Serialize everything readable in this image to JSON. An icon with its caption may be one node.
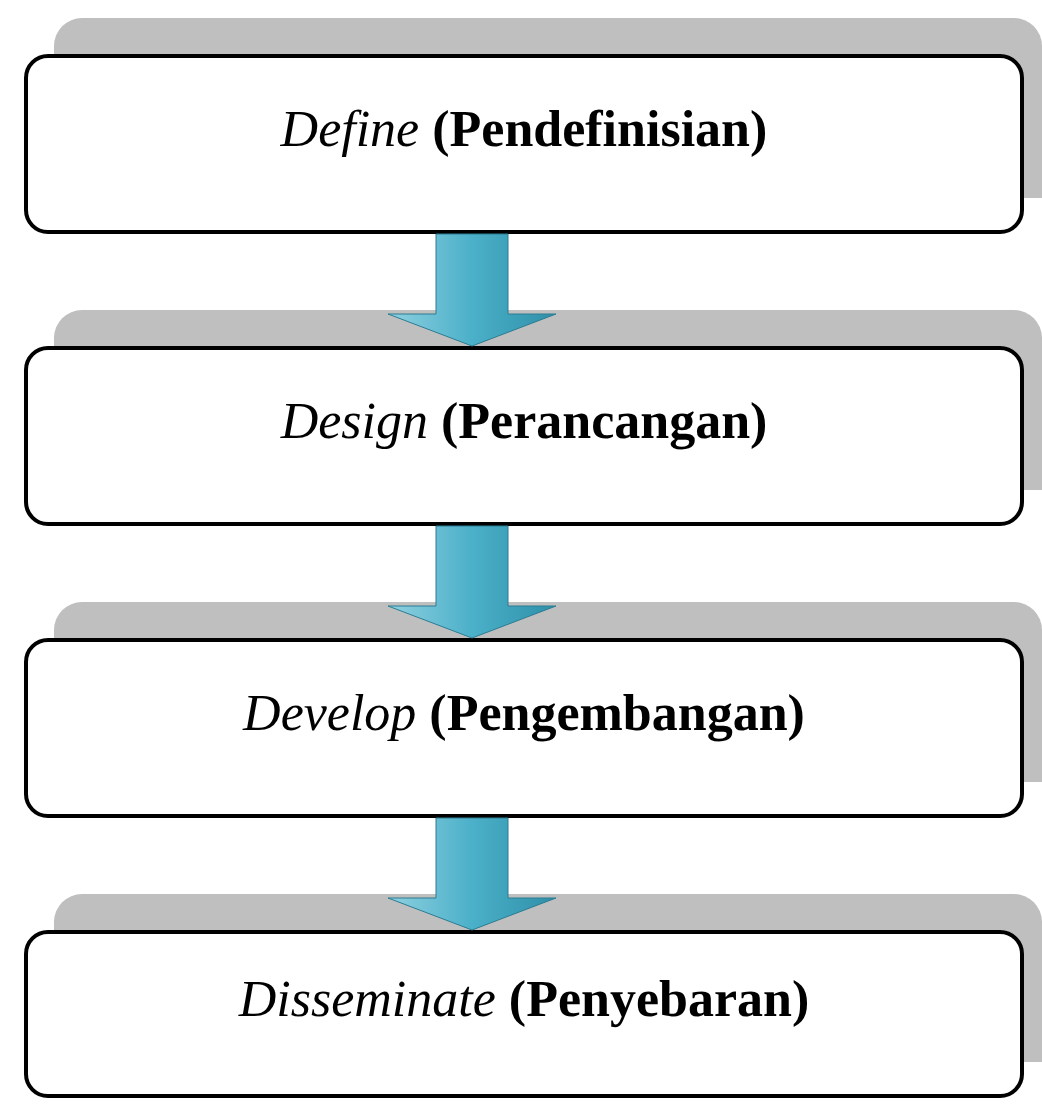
{
  "diagram": {
    "nodes": [
      {
        "text": [
          "*Define* **(Pendefinisian)**"
        ]
      },
      {
        "text": [
          "*Design* **(Perancangan)**"
        ]
      },
      {
        "text": [
          "*Develop* **(Pengembangan)**"
        ]
      },
      {
        "text": [
          "*Disseminate* **(Penyebaran)**"
        ]
      }
    ],
    "edges": [
      {
        "from": 0,
        "to": 1,
        "arrow": "to"
      },
      {
        "from": 1,
        "to": 2,
        "arrow": "to"
      },
      {
        "from": 2,
        "to": 3,
        "arrow": "to"
      }
    ]
  }
}
